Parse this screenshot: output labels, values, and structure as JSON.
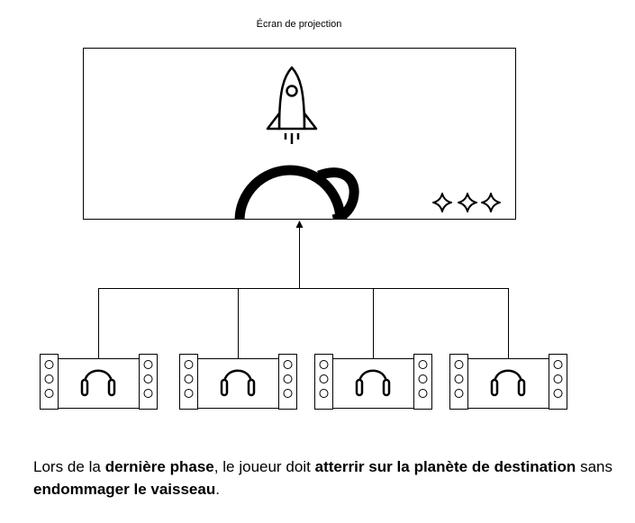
{
  "screen": {
    "title": "Écran de projection",
    "icons": [
      "rocket-icon",
      "planet-icon",
      "sparkle-stars-icon"
    ]
  },
  "controllers": {
    "count": 4,
    "icon": "headphones-icon"
  },
  "caption": {
    "parts": [
      {
        "text": "Lors de la ",
        "bold": false
      },
      {
        "text": "dernière phase",
        "bold": true
      },
      {
        "text": ", le joueur doit ",
        "bold": false
      },
      {
        "text": "atterrir sur la planète de destination",
        "bold": true
      },
      {
        "text": " sans ",
        "bold": false
      },
      {
        "text": "endommager le vaisseau",
        "bold": true
      },
      {
        "text": ".",
        "bold": false
      }
    ]
  }
}
